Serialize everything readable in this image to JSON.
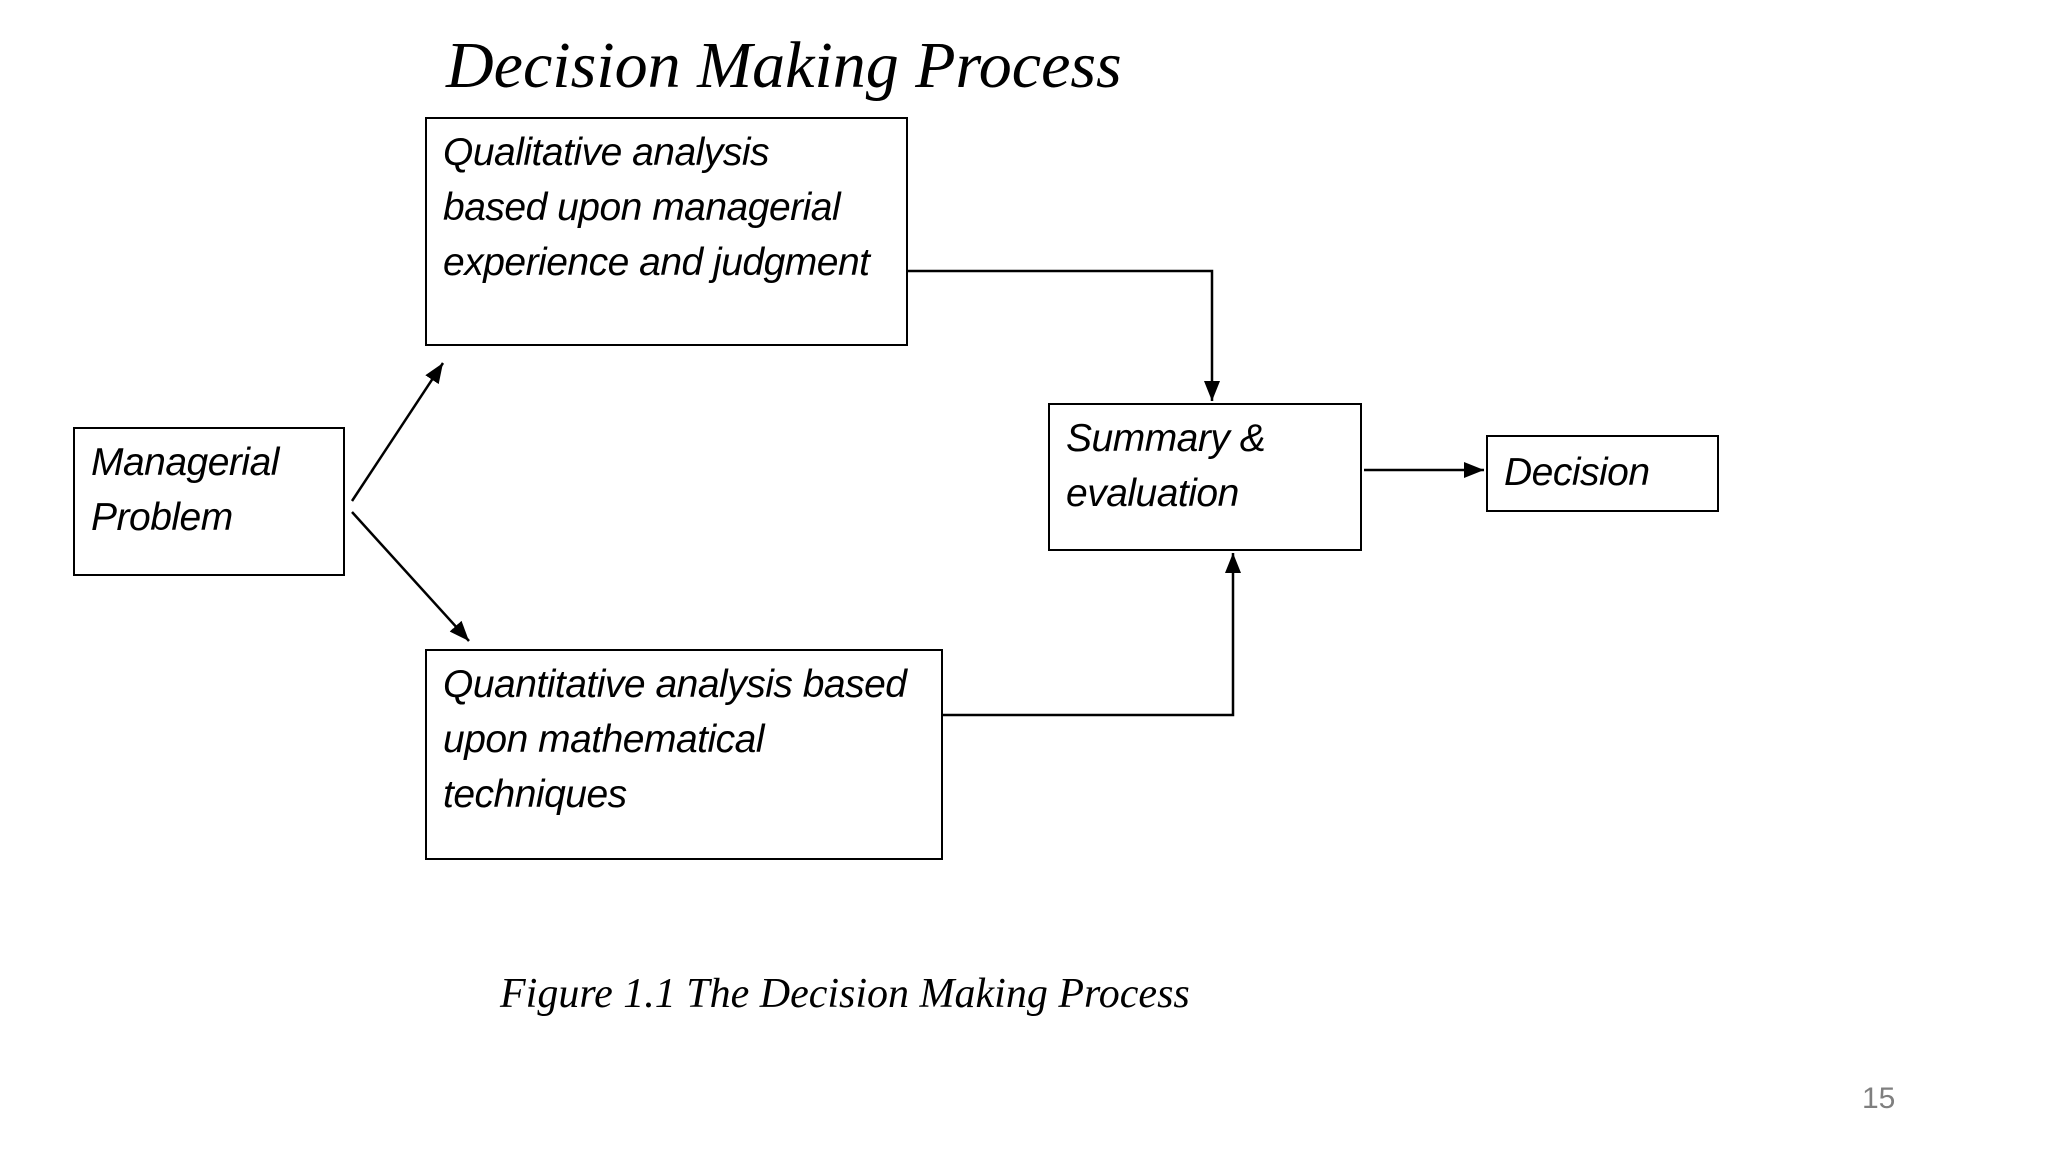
{
  "slide": {
    "title": "Decision Making Process",
    "caption": "Figure 1.1 The Decision Making Process",
    "page_number": "15"
  },
  "diagram": {
    "nodes": {
      "managerial": {
        "label": "Managerial\nProblem"
      },
      "qualitative": {
        "label": "Qualitative analysis\nbased upon managerial\nexperience and judgment"
      },
      "quantitative": {
        "label": "Quantitative analysis based\nupon mathematical\ntechniques"
      },
      "summary": {
        "label": "Summary &\nevaluation"
      },
      "decision": {
        "label": "Decision"
      }
    },
    "connections": [
      {
        "from": "Managerial Problem",
        "to": "Qualitative analysis based upon managerial experience and judgment"
      },
      {
        "from": "Managerial Problem",
        "to": "Quantitative analysis based upon mathematical techniques"
      },
      {
        "from": "Qualitative analysis based upon managerial experience and judgment",
        "to": "Summary & evaluation"
      },
      {
        "from": "Quantitative analysis based upon mathematical techniques",
        "to": "Summary & evaluation"
      },
      {
        "from": "Summary & evaluation",
        "to": "Decision"
      }
    ]
  },
  "colors": {
    "background": "#ffffff",
    "box_border": "#000000",
    "text": "#000000",
    "arrow": "#000000",
    "page_number": "#7f7f7f"
  }
}
